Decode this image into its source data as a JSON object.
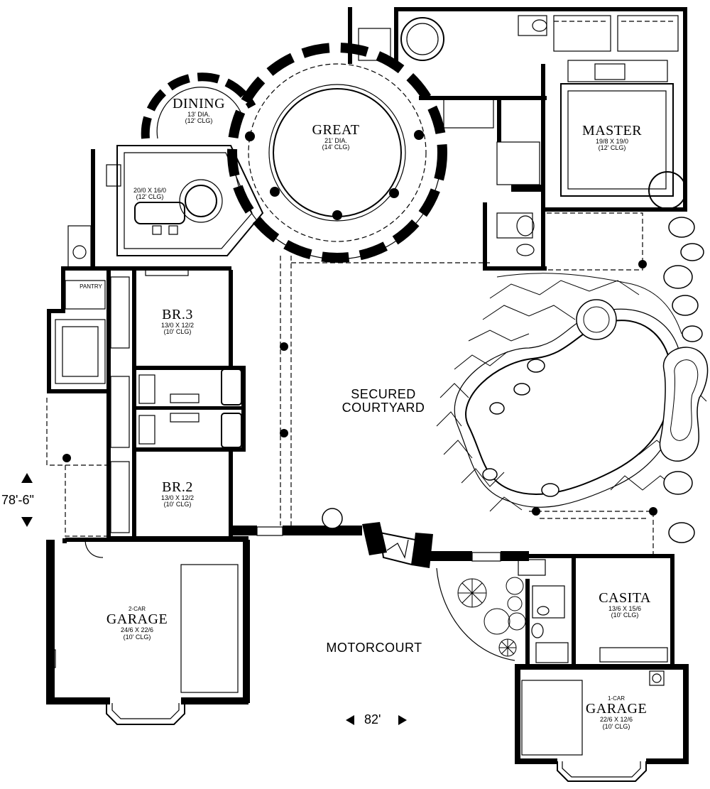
{
  "rooms": {
    "dining": {
      "name": "DINING",
      "size": "13' DIA.",
      "ceiling": "(12' CLG)"
    },
    "great": {
      "name": "GREAT",
      "size": "21' DIA.",
      "ceiling": "(14' CLG)"
    },
    "master": {
      "name": "MASTER",
      "size": "19/8 X 19/0",
      "ceiling": "(12' CLG)"
    },
    "kitchen": {
      "size": "20/0 X 16/0",
      "ceiling": "(12' CLG)"
    },
    "pantry": {
      "name": "PANTRY"
    },
    "br3": {
      "name": "BR.3",
      "size": "13/0 X 12/2",
      "ceiling": "(10' CLG)"
    },
    "br2": {
      "name": "BR.2",
      "size": "13/0 X 12/2",
      "ceiling": "(10' CLG)"
    },
    "courtyard": {
      "line1": "SECURED",
      "line2": "COURTYARD"
    },
    "garage2": {
      "sub": "2-CAR",
      "name": "GARAGE",
      "size": "24/6 X 22/6",
      "ceiling": "(10' CLG)"
    },
    "motorcourt": {
      "name": "MOTORCOURT"
    },
    "casita": {
      "name": "CASITA",
      "size": "13/6 X 15/6",
      "ceiling": "(10' CLG)"
    },
    "garage1": {
      "sub": "1-CAR",
      "name": "GARAGE",
      "size": "22/6 X 12/6",
      "ceiling": "(10' CLG)"
    },
    "pantry_short": {
      "name": "PANTRY"
    }
  },
  "dimensions": {
    "depth": "78'-6\"",
    "width": "82'"
  }
}
